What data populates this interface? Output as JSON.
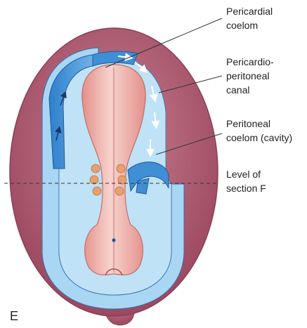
{
  "labels": {
    "pericardial_coelom": [
      "Pericardial",
      "coelom"
    ],
    "pericardio_peritoneal_canal": [
      "Pericardio-",
      "peritoneal",
      "canal"
    ],
    "peritoneal_coelom": [
      "Peritoneal",
      "coelom (cavity)"
    ],
    "level_of_section": [
      "Level of",
      "section F"
    ]
  },
  "panel_letter": "E",
  "colors": {
    "outer_wall": "#b05a70",
    "outer_wall_light": "#c98090",
    "coelom_blue_dark": "#3f8ed6",
    "coelom_blue_light": "#a9d6f2",
    "gut_pink": "#f0b3b0",
    "gut_pink_dark": "#d98682",
    "nodule_orange": "#e8a070",
    "arrow_white": "#ffffff",
    "leader_line": "#333333"
  }
}
